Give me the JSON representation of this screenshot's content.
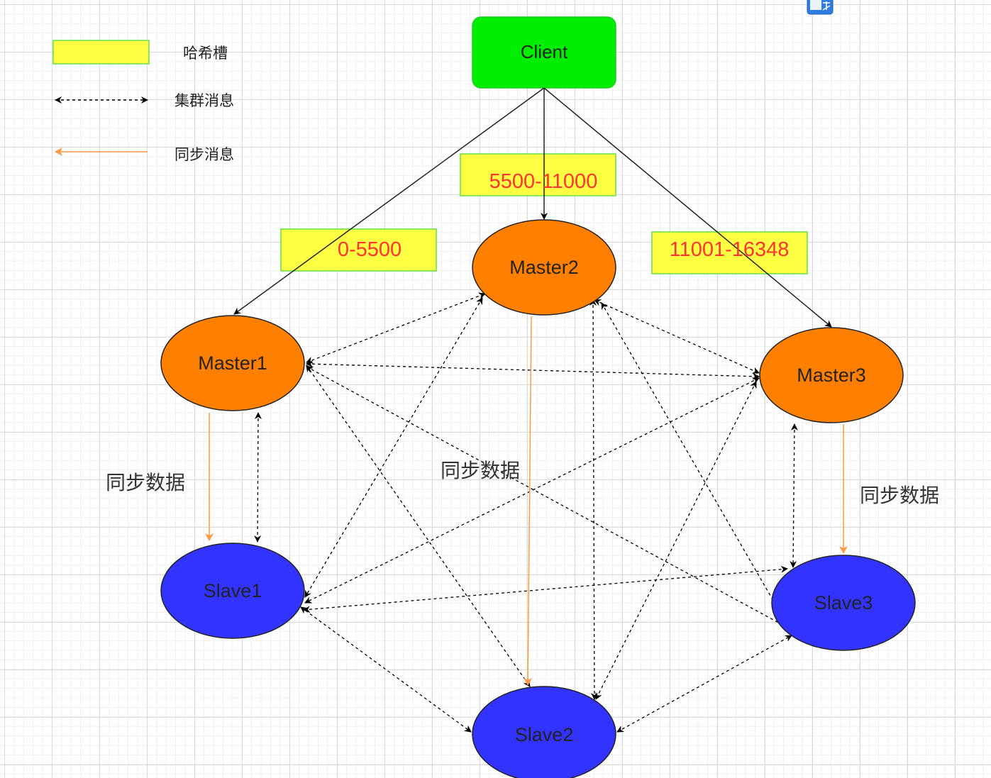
{
  "legend": {
    "hash_slot": "哈希槽",
    "cluster_msg": "集群消息",
    "sync_msg": "同步消息"
  },
  "nodes": {
    "client": "Client",
    "master1": "Master1",
    "master2": "Master2",
    "master3": "Master3",
    "slave1": "Slave1",
    "slave2": "Slave2",
    "slave3": "Slave3"
  },
  "slots": {
    "range1": "0-5500",
    "range2": "5500-11000",
    "range3": "11001-16348"
  },
  "sync_labels": {
    "left": "同步数据",
    "center": "同步数据",
    "right": "同步数据"
  },
  "colors": {
    "client": "#00ee00",
    "master": "#ff8000",
    "slave": "#3333ff",
    "slot_fill": "#ffff44",
    "slot_border": "#66dd44",
    "slot_text": "#ff3333",
    "sync_arrow": "#ff9a40"
  }
}
